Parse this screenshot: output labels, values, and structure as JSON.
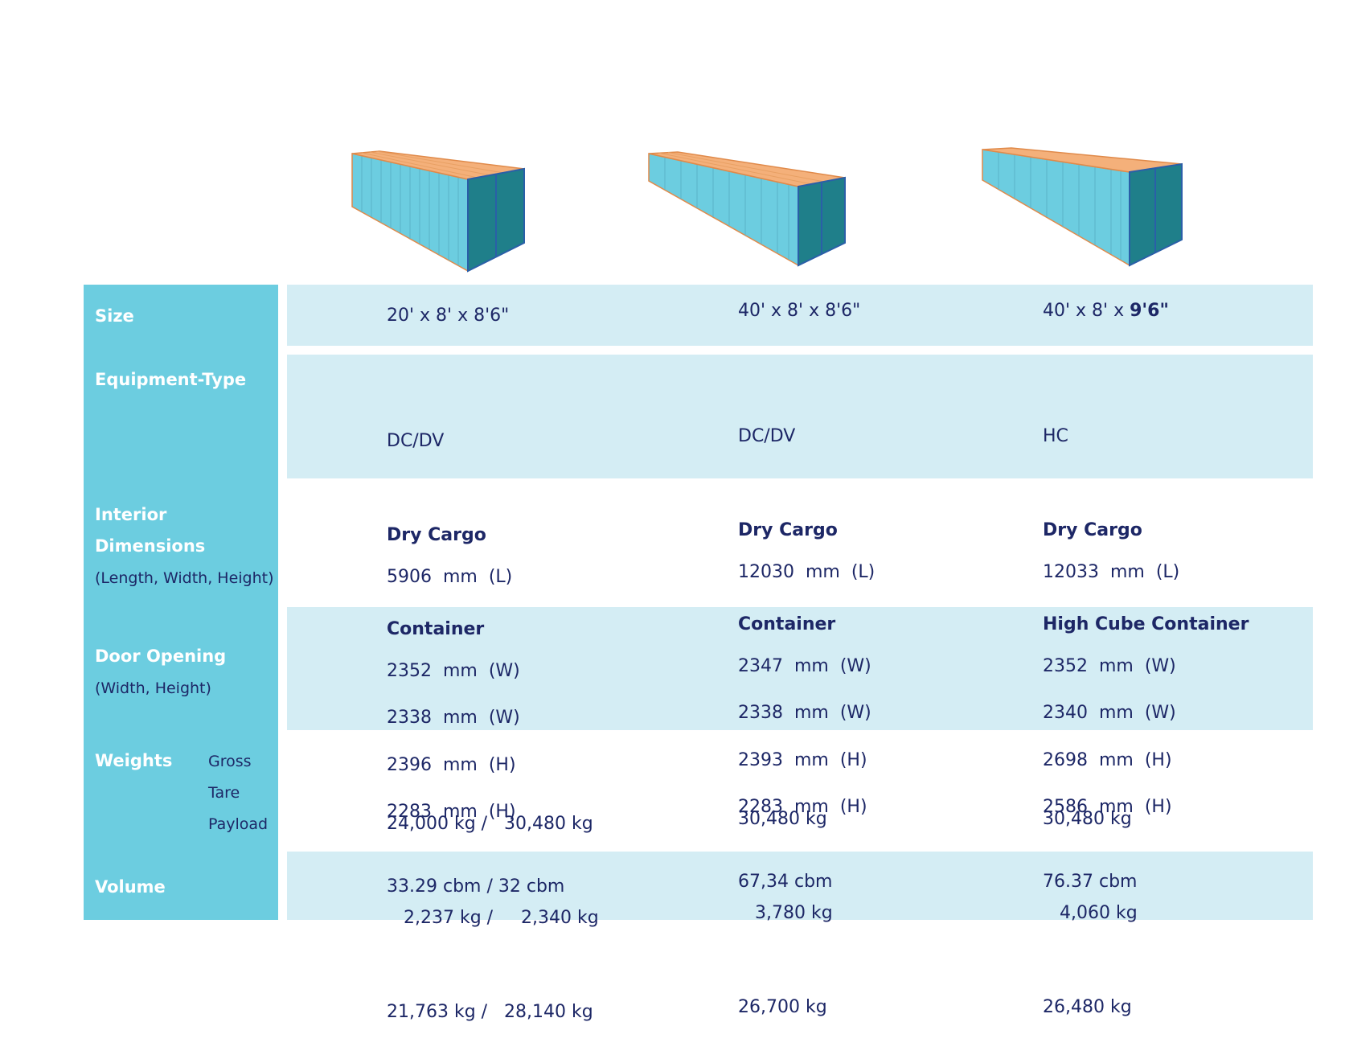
{
  "containers": [
    {
      "name": "20ft-container"
    },
    {
      "name": "40ft-container"
    },
    {
      "name": "40ft-high-cube-container"
    }
  ],
  "colors": {
    "label_column": "#6ccde0",
    "band": "#d4edf4",
    "text": "#1d2766",
    "container_side": "#6ccde0",
    "container_door": "#1f7f8a",
    "container_roof": "#f4b07a"
  },
  "rows": {
    "size": {
      "label": "Size",
      "c1": "20' x 8' x 8'6\"",
      "c2": "40' x 8' x 8'6\"",
      "c3_prefix": "40' x 8' x ",
      "c3_bold": "9'6\""
    },
    "equipment": {
      "label": "Equipment-Type",
      "c1": {
        "code": "DC/DV",
        "l1": "Dry Cargo",
        "l2": "Container"
      },
      "c2": {
        "code": "DC/DV",
        "l1": "Dry Cargo",
        "l2": "Container"
      },
      "c3": {
        "code": "HC",
        "l1": "Dry Cargo",
        "l2": "High Cube Container"
      }
    },
    "interior": {
      "label1": "Interior",
      "label2": "Dimensions",
      "sublabel": "(Length, Width, Height)",
      "c1": [
        "5906  mm  (L)",
        "2352  mm  (W)",
        "2396  mm  (H)"
      ],
      "c2": [
        "12030  mm  (L)",
        "2347  mm  (W)",
        "2393  mm  (H)"
      ],
      "c3": [
        "12033  mm  (L)",
        "2352  mm  (W)",
        "2698  mm  (H)"
      ]
    },
    "door": {
      "label": "Door Opening",
      "sublabel": "(Width, Height)",
      "c1": [
        "2338  mm  (W)",
        "2283  mm  (H)"
      ],
      "c2": [
        "2338  mm  (W)",
        "2283  mm  (H)"
      ],
      "c3": [
        "2340  mm  (W)",
        "2586  mm  (H)"
      ]
    },
    "weights": {
      "label": "Weights",
      "sub": [
        "Gross",
        "Tare",
        "Payload"
      ],
      "c1": [
        "24,000 kg /   30,480 kg",
        "   2,237 kg /     2,340 kg",
        "21,763 kg /   28,140 kg"
      ],
      "c2": [
        "30,480 kg",
        "   3,780 kg",
        "26,700 kg"
      ],
      "c3": [
        "30,480 kg",
        "   4,060 kg",
        "26,480 kg"
      ]
    },
    "volume": {
      "label": "Volume",
      "c1": "33.29 cbm / 32 cbm",
      "c2": "67,34 cbm",
      "c3": "76.37 cbm"
    }
  }
}
